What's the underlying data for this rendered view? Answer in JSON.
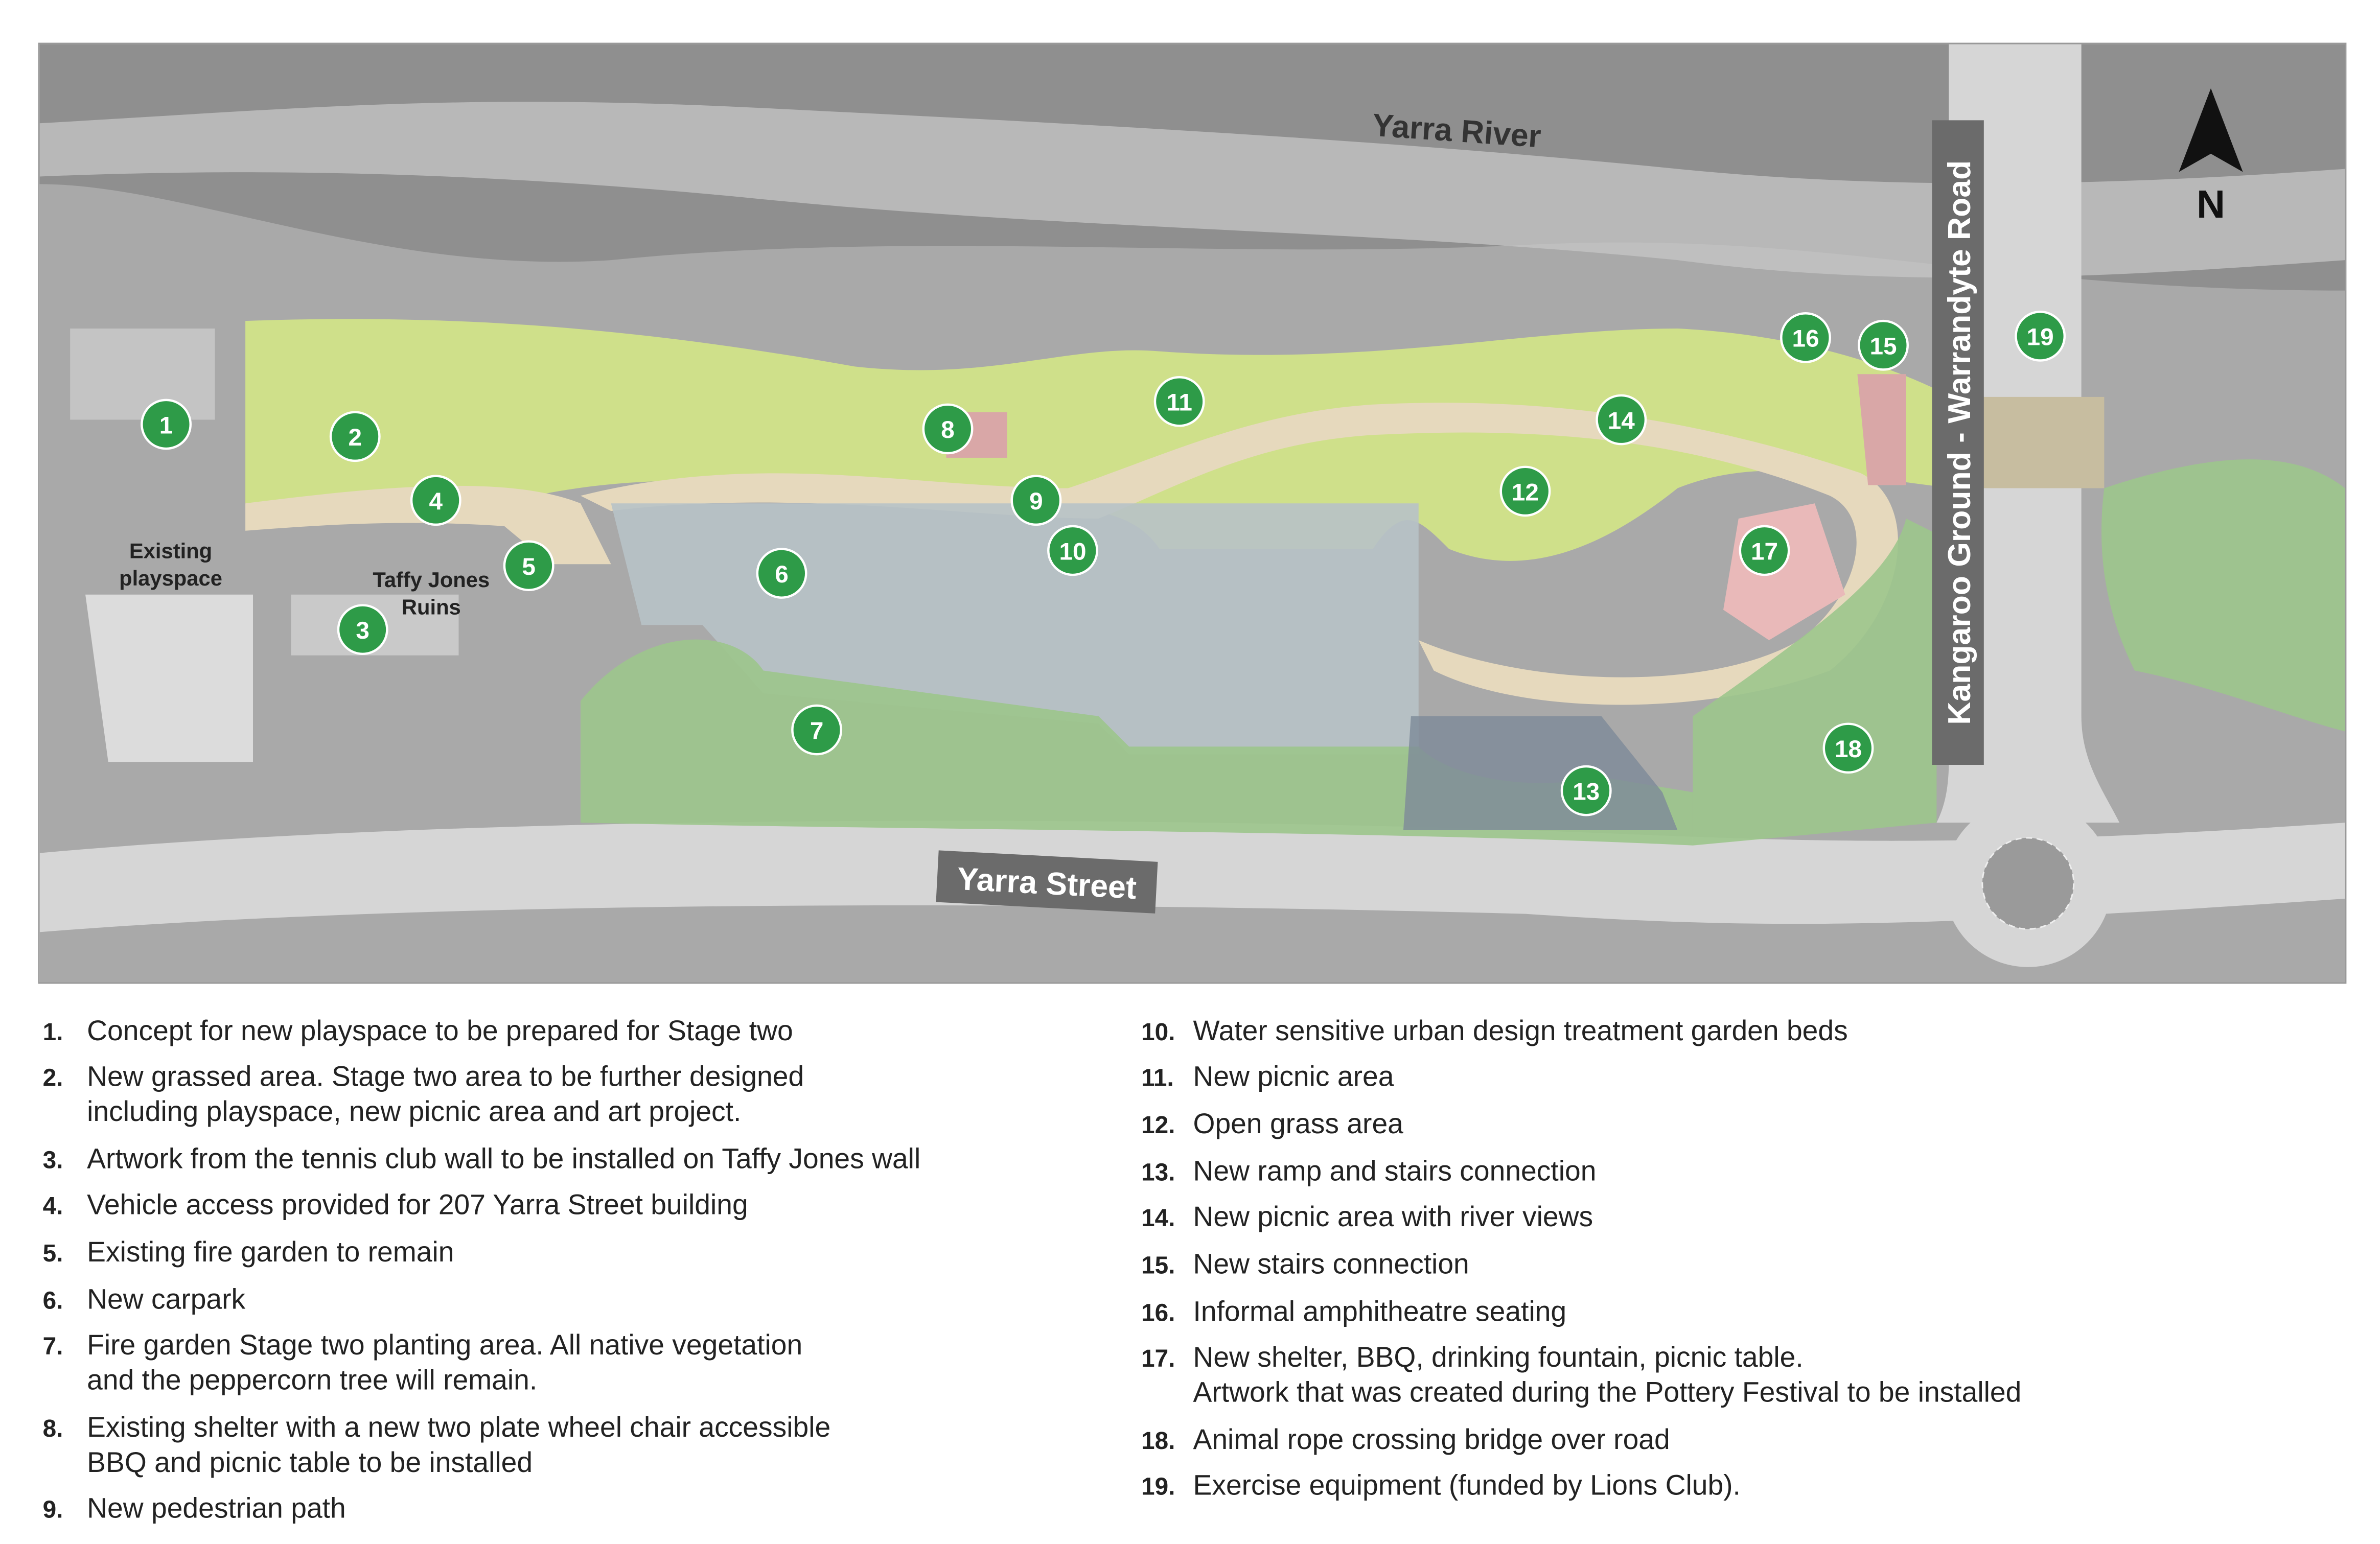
{
  "map": {
    "labels": {
      "river": "Yarra River",
      "street": "Yarra Street",
      "road": "Kangaroo Ground - Warrandyte Road",
      "playspace": [
        "Existing",
        "playspace"
      ],
      "ruins": [
        "Taffy Jones",
        "Ruins"
      ],
      "north": "N"
    },
    "colors": {
      "marker": "#2e9b48",
      "grass": "#cfe08a",
      "path": "#e6d9bd",
      "planting": "#9cc58c"
    },
    "markers": [
      "1",
      "2",
      "3",
      "4",
      "5",
      "6",
      "7",
      "8",
      "9",
      "10",
      "11",
      "12",
      "13",
      "14",
      "15",
      "16",
      "17",
      "18",
      "19"
    ]
  },
  "legend": {
    "left": [
      {
        "num": "1.",
        "lines": [
          "Concept for new playspace to be prepared for Stage two"
        ]
      },
      {
        "num": "2.",
        "lines": [
          "New grassed area. Stage two area to be further designed",
          "including playspace, new picnic area and art project."
        ]
      },
      {
        "num": "3.",
        "lines": [
          "Artwork from the tennis club wall to be installed on Taffy Jones wall"
        ]
      },
      {
        "num": "4.",
        "lines": [
          "Vehicle access provided for 207 Yarra Street building"
        ]
      },
      {
        "num": "5.",
        "lines": [
          "Existing fire garden to remain"
        ]
      },
      {
        "num": "6.",
        "lines": [
          "New carpark"
        ]
      },
      {
        "num": "7.",
        "lines": [
          "Fire garden Stage two planting area. All native vegetation",
          "and the peppercorn tree will remain."
        ]
      },
      {
        "num": "8.",
        "lines": [
          "Existing shelter with a new two plate wheel chair accessible",
          "BBQ and picnic table to be installed"
        ]
      },
      {
        "num": "9.",
        "lines": [
          "New pedestrian path"
        ]
      }
    ],
    "right": [
      {
        "num": "10.",
        "lines": [
          "Water sensitive urban design treatment garden beds"
        ]
      },
      {
        "num": "11.",
        "lines": [
          "New picnic area"
        ]
      },
      {
        "num": "12.",
        "lines": [
          "Open grass area"
        ]
      },
      {
        "num": "13.",
        "lines": [
          "New ramp and stairs connection"
        ]
      },
      {
        "num": "14.",
        "lines": [
          "New picnic area with river views"
        ]
      },
      {
        "num": "15.",
        "lines": [
          "New stairs connection"
        ]
      },
      {
        "num": "16.",
        "lines": [
          "Informal amphitheatre seating"
        ]
      },
      {
        "num": "17.",
        "lines": [
          "New shelter, BBQ, drinking fountain, picnic table.",
          "Artwork that was created during the Pottery Festival to be installed"
        ]
      },
      {
        "num": "18.",
        "lines": [
          "Animal rope crossing bridge over road"
        ]
      },
      {
        "num": "19.",
        "lines": [
          "Exercise equipment (funded by Lions Club)."
        ]
      }
    ]
  }
}
